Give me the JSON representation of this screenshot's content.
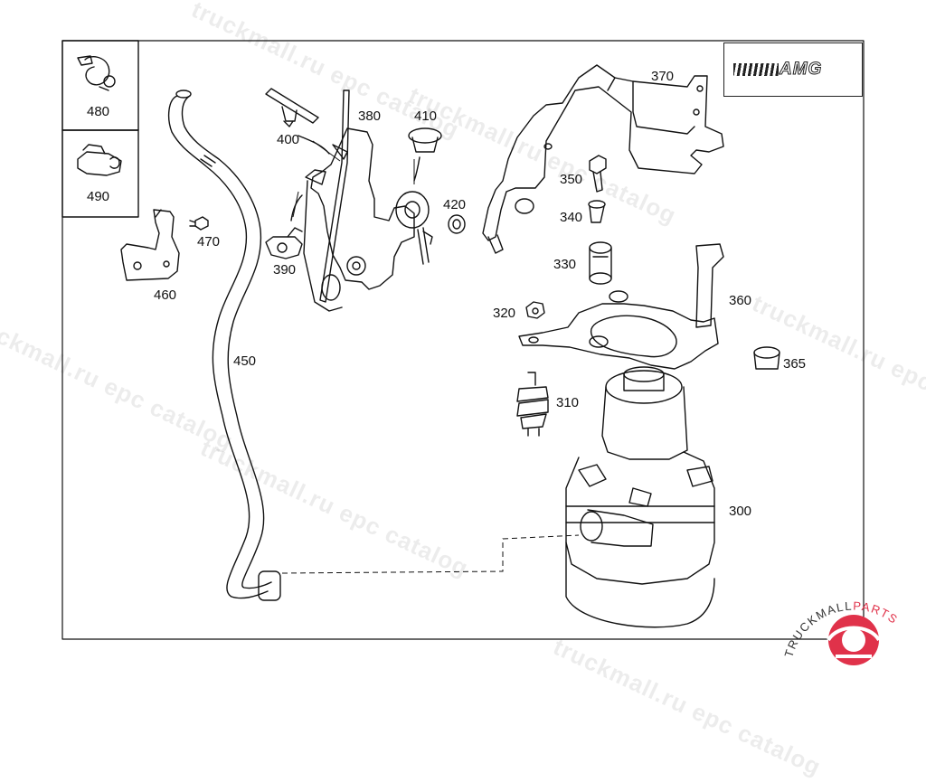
{
  "brand_badge": "AMG",
  "watermark": "truckmall.ru epc catalog",
  "logo": {
    "text_dark": "TRUCKMALL",
    "text_accent": "PARTS",
    "accent_color": "#e0324a"
  },
  "inset_parts": [
    "480",
    "490"
  ],
  "parts": {
    "p300": "300",
    "p310": "310",
    "p320": "320",
    "p330": "330",
    "p340": "340",
    "p350": "350",
    "p360": "360",
    "p365": "365",
    "p370": "370",
    "p380": "380",
    "p390": "390",
    "p400": "400",
    "p410": "410",
    "p420": "420",
    "p450": "450",
    "p460": "460",
    "p470": "470",
    "p480": "480",
    "p490": "490"
  }
}
